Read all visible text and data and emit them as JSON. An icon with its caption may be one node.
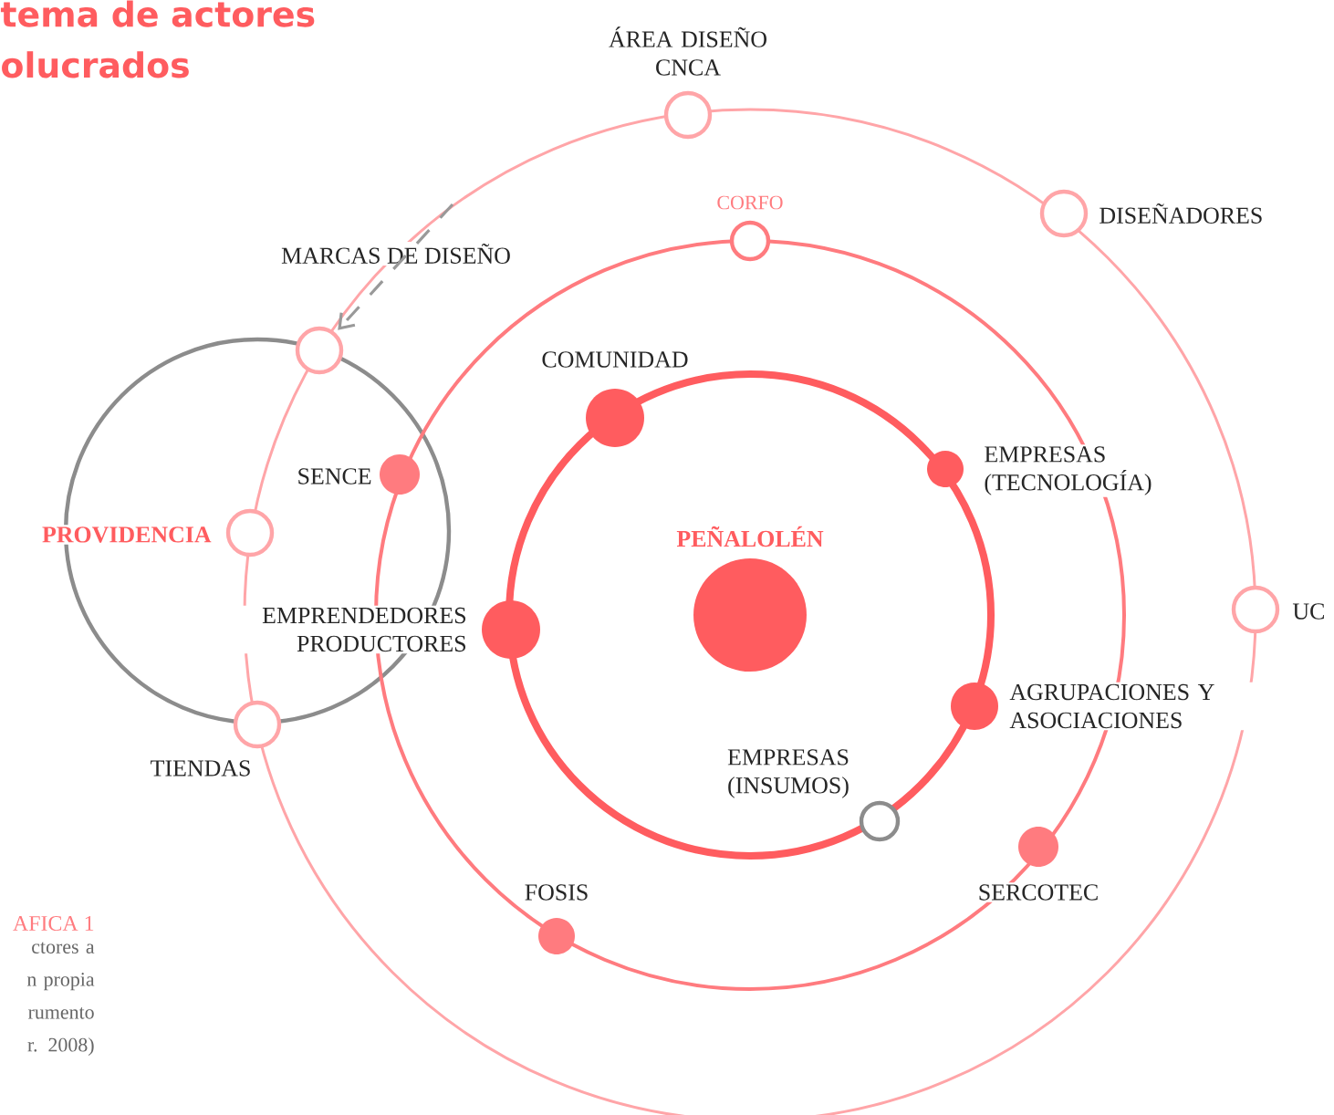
{
  "diagram": {
    "title": "tema de actores olucrados",
    "nodes": [
      {
        "text": [
          "ÁREA DISEÑO CNCA"
        ]
      },
      {
        "text": [
          "DISEÑADORES"
        ]
      },
      {
        "text": [
          "CORFO"
        ]
      },
      {
        "text": [
          "MARCAS DE DISEÑO"
        ]
      },
      {
        "text": [
          "COMUNIDAD"
        ]
      },
      {
        "text": [
          "EMPRESAS (TECNOLOGÍA)"
        ]
      },
      {
        "text": [
          "SENCE"
        ]
      },
      {
        "text": [
          "PROVIDENCIA"
        ]
      },
      {
        "text": [
          "PEÑALOLÉN"
        ]
      },
      {
        "text": [
          "EMPRENDEDORES PRODUCTORES"
        ]
      },
      {
        "text": [
          "UC"
        ]
      },
      {
        "text": [
          "AGRUPACIONES Y ASOCIACIONES"
        ]
      },
      {
        "text": [
          "TIENDAS"
        ]
      },
      {
        "text": [
          "EMPRESAS (INSUMOS)"
        ]
      },
      {
        "text": [
          "FOSIS"
        ]
      },
      {
        "text": [
          "SERCOTEC"
        ]
      }
    ],
    "edges": [
      {
        "from": null,
        "to": 3,
        "arrow": "to",
        "style": "dashed",
        "color": "#999999"
      }
    ],
    "labels": [
      "AFICA 1",
      "ctores a n propia rumento r. 2008)"
    ]
  }
}
